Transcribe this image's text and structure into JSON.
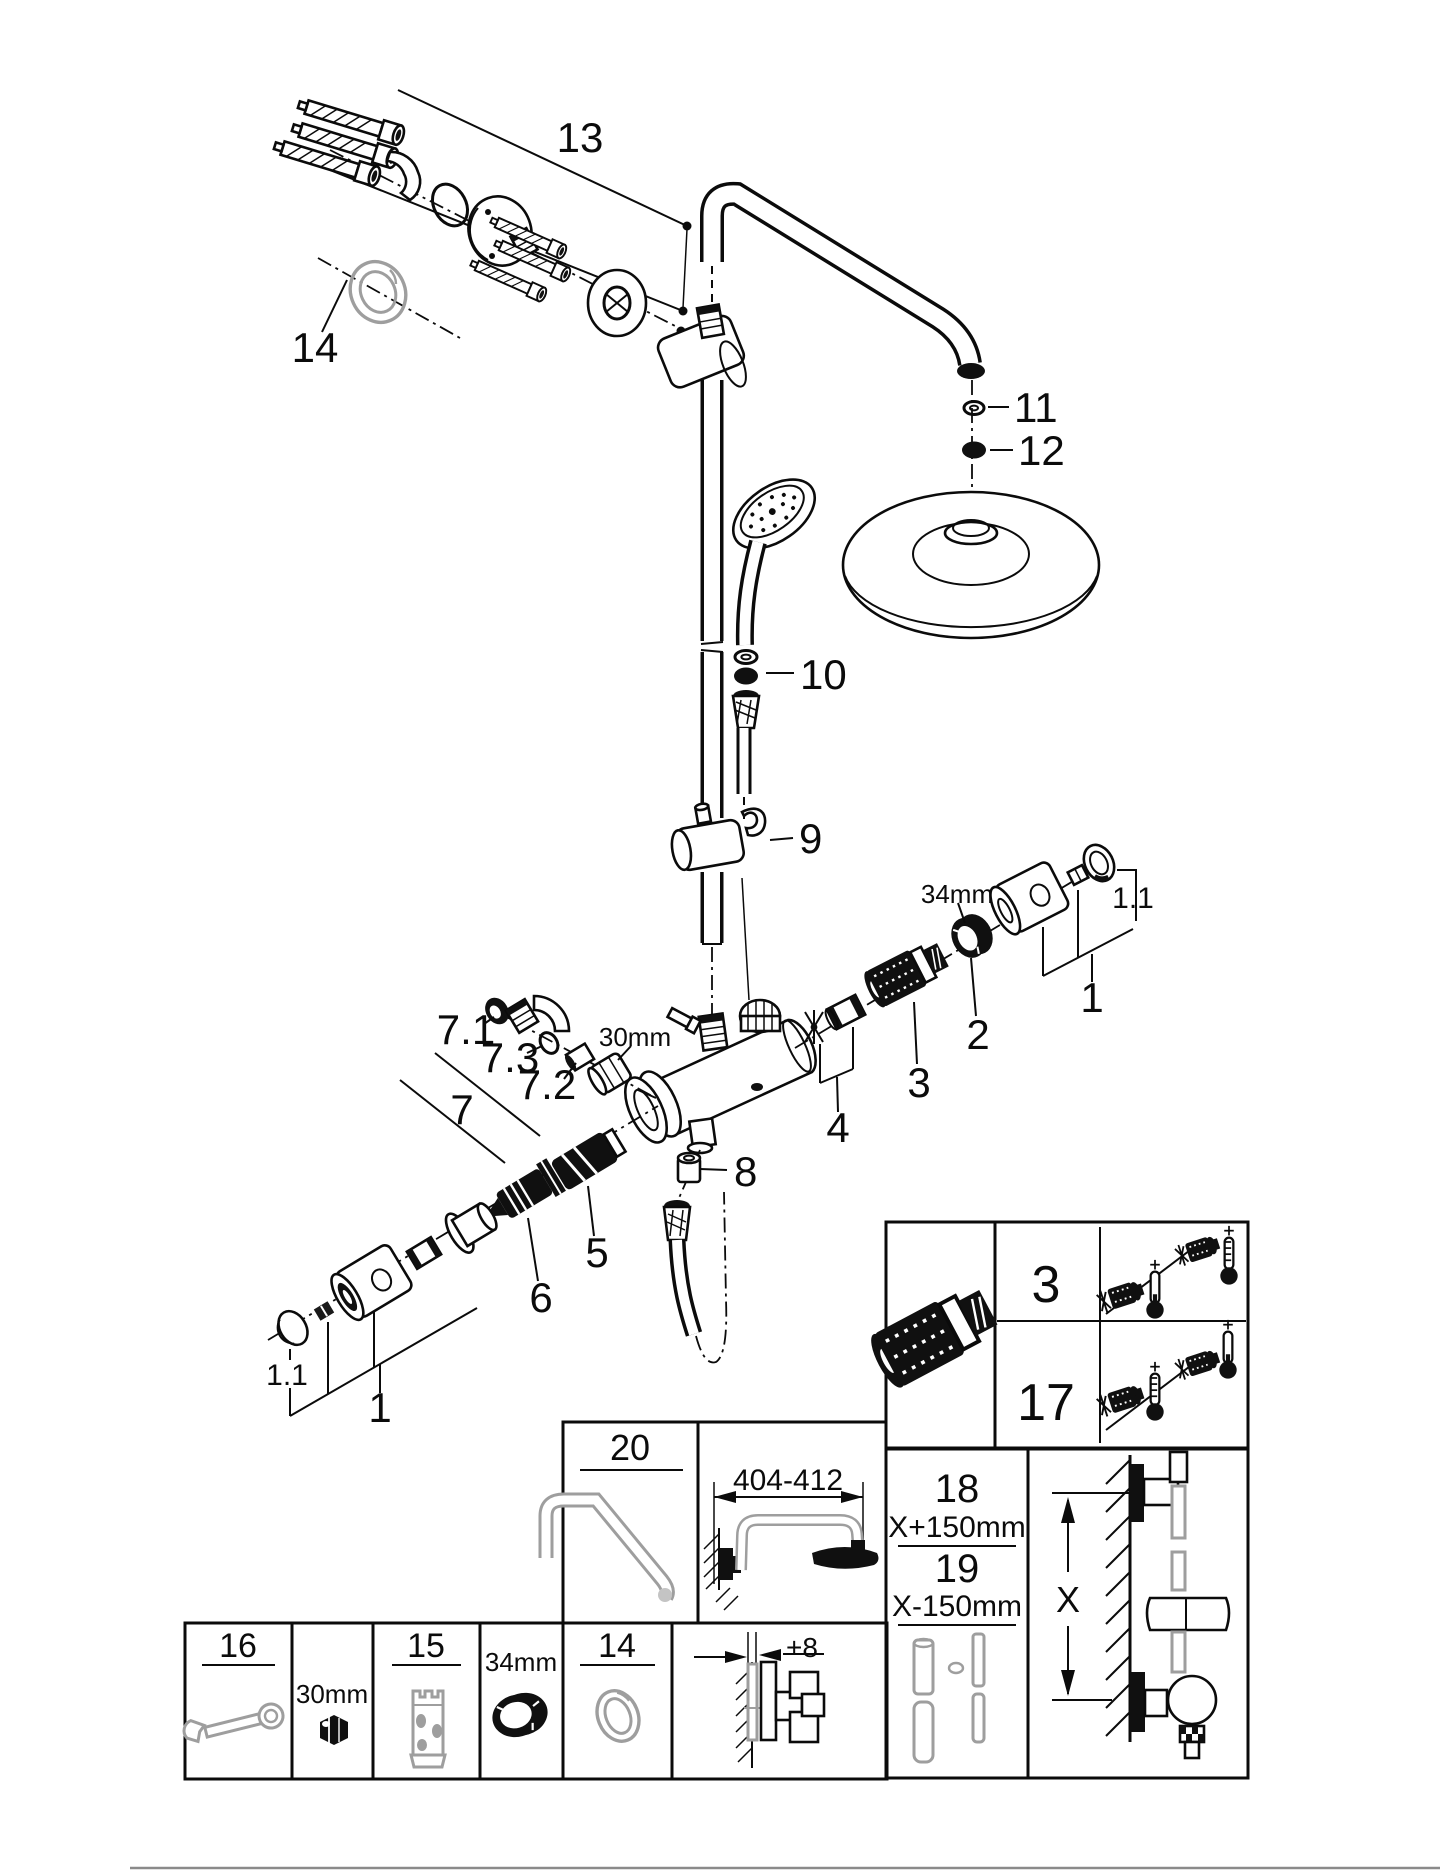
{
  "colors": {
    "ink": "#0b0b0b",
    "gray": "#9e9e9e",
    "background": "#ffffff"
  },
  "diagram": {
    "callouts": {
      "c13": "13",
      "c14": "14",
      "c11": "11",
      "c12": "12",
      "c10": "10",
      "c9": "9",
      "c1_right": "1",
      "c1_1_right": "1.1",
      "c2": "2",
      "c3": "3",
      "c4": "4",
      "c7": "7",
      "c7_1": "7.1",
      "c7_2": "7.2",
      "c7_3": "7.3",
      "c8": "8",
      "c5": "5",
      "c6": "6",
      "c1_left": "1",
      "c1_1_left": "1.1",
      "dim_34mm": "34mm",
      "dim_30mm": "30mm"
    },
    "ref_table": {
      "rows": [
        {
          "num": "3"
        },
        {
          "num": "17"
        }
      ]
    },
    "panels": {
      "p20": {
        "num": "20"
      },
      "arm": {
        "dim": "404-412"
      },
      "p18_19": {
        "num_top": "18",
        "dim_top": "X+150mm",
        "num_bottom": "19",
        "dim_bottom": "X-150mm"
      },
      "wall": {
        "dim": "X"
      },
      "p16": {
        "num": "16"
      },
      "p30": {
        "dim": "30mm"
      },
      "p15": {
        "num": "15"
      },
      "p34": {
        "dim": "34mm"
      },
      "p14": {
        "num": "14"
      },
      "p8": {
        "dim": "+8"
      }
    }
  }
}
